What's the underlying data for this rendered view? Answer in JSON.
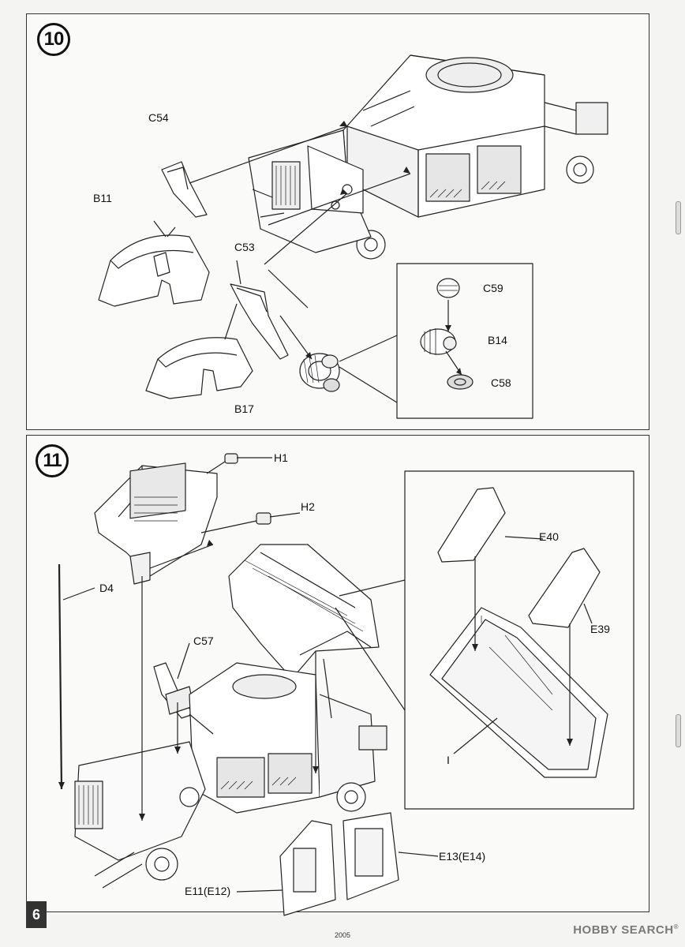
{
  "page": {
    "number": "6",
    "code": "2005"
  },
  "watermark": {
    "brand": "HOBBY SEARCH",
    "reg": "®"
  },
  "step10": {
    "number": "10",
    "labels": {
      "c54": "C54",
      "b11": "B11",
      "c53": "C53",
      "b17": "B17",
      "c59": "C59",
      "b14": "B14",
      "c58": "C58"
    }
  },
  "step11": {
    "number": "11",
    "labels": {
      "h1": "H1",
      "h2": "H2",
      "d4": "D4",
      "c57": "C57",
      "e40": "E40",
      "e39": "E39",
      "i": "I",
      "e13": "E13(E14)",
      "e11": "E11(E12)"
    }
  }
}
